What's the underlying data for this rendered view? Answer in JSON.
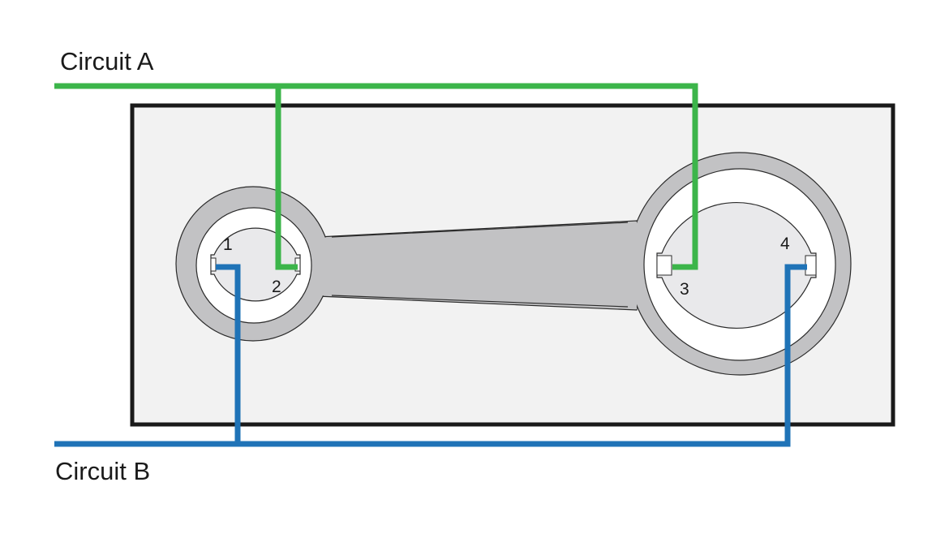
{
  "circuits": {
    "a": {
      "label": "Circuit A",
      "color": "#3cb54a"
    },
    "b": {
      "label": "Circuit B",
      "color": "#1f73b7"
    }
  },
  "terminals": [
    "1",
    "2",
    "3",
    "4"
  ],
  "colors": {
    "housing": "#f2f2f2",
    "housing_border": "#1a1a1a",
    "link": "#c2c2c4",
    "socket": "#e9e9eb",
    "text": "#1a1a1a"
  }
}
